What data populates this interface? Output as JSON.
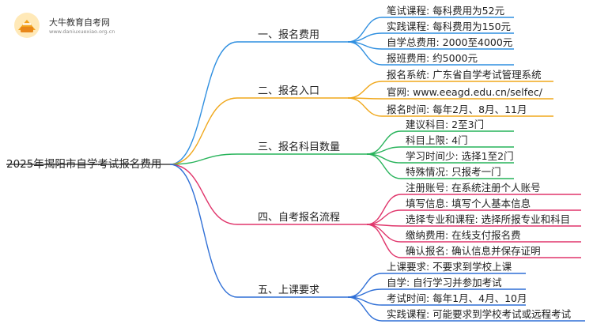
{
  "logo": {
    "title": "大牛教育自考网",
    "url": "www.daniuxuexiao.org.cn"
  },
  "root": {
    "label": "2025年揭阳市自学考试报名费用"
  },
  "colors": {
    "b1": "#2f8fe0",
    "b2": "#f0a81c",
    "b3": "#27b35a",
    "b4": "#e0356b",
    "b5": "#2f6fd6"
  },
  "branches": [
    {
      "label": "一、报名费用",
      "leaves": [
        "笔试课程: 每科费用为52元",
        "实践课程: 每科费用为150元",
        "自学总费用: 2000至4000元",
        "报班费用: 约5000元"
      ]
    },
    {
      "label": "二、报名入口",
      "leaves": [
        "报名系统: 广东省自学考试管理系统",
        "官网: www.eeagd.edu.cn/selfec/",
        "报名时间: 每年2月、8月、11月"
      ]
    },
    {
      "label": "三、报名科目数量",
      "leaves": [
        "建议科目: 2至3门",
        "科目上限: 4门",
        "学习时间少: 选择1至2门",
        "特殊情况: 只报考一门"
      ]
    },
    {
      "label": "四、自考报名流程",
      "leaves": [
        "注册账号: 在系统注册个人账号",
        "填写信息: 填写个人基本信息",
        "选择专业和课程: 选择所报专业和科目",
        "缴纳费用: 在线支付报名费",
        "确认报名: 确认信息并保存证明"
      ]
    },
    {
      "label": "五、上课要求",
      "leaves": [
        "上课要求: 不要求到学校上课",
        "自学: 自行学习并参加考试",
        "考试时间: 每年1月、4月、10月",
        "实践课程: 可能要求到学校考试或远程考试"
      ]
    }
  ]
}
